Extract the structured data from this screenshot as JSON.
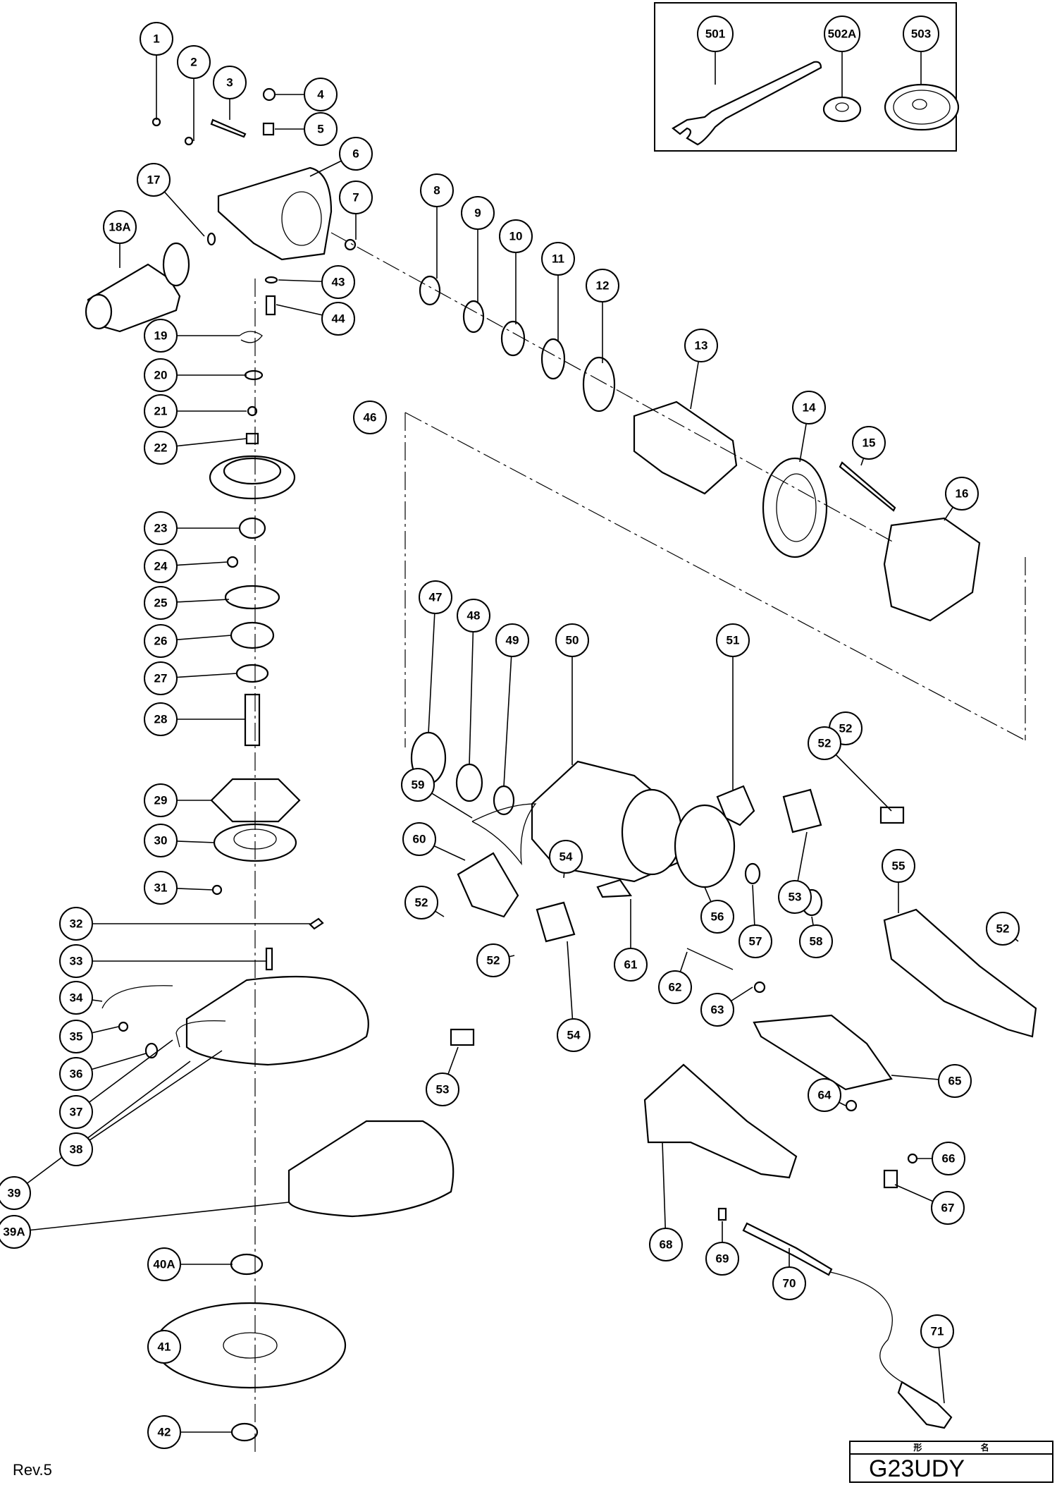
{
  "document": {
    "type": "exploded parts diagram",
    "revision": "Rev.5",
    "title_block": {
      "header": "形 名",
      "model": "G23UDY"
    }
  },
  "accessories": [
    {
      "number": "501",
      "part": "wrench"
    },
    {
      "number": "502A",
      "part": "flange nut"
    },
    {
      "number": "503",
      "part": "wheel washer"
    }
  ],
  "callouts": [
    {
      "number": "1"
    },
    {
      "number": "2"
    },
    {
      "number": "3"
    },
    {
      "number": "4"
    },
    {
      "number": "5"
    },
    {
      "number": "6"
    },
    {
      "number": "7"
    },
    {
      "number": "8"
    },
    {
      "number": "9"
    },
    {
      "number": "10"
    },
    {
      "number": "11"
    },
    {
      "number": "12"
    },
    {
      "number": "13"
    },
    {
      "number": "14"
    },
    {
      "number": "15"
    },
    {
      "number": "16"
    },
    {
      "number": "17"
    },
    {
      "number": "18A"
    },
    {
      "number": "19"
    },
    {
      "number": "20"
    },
    {
      "number": "21"
    },
    {
      "number": "22"
    },
    {
      "number": "23"
    },
    {
      "number": "24"
    },
    {
      "number": "25"
    },
    {
      "number": "26"
    },
    {
      "number": "27"
    },
    {
      "number": "28"
    },
    {
      "number": "29"
    },
    {
      "number": "30"
    },
    {
      "number": "31"
    },
    {
      "number": "32"
    },
    {
      "number": "33"
    },
    {
      "number": "34"
    },
    {
      "number": "35"
    },
    {
      "number": "36"
    },
    {
      "number": "37"
    },
    {
      "number": "38"
    },
    {
      "number": "39"
    },
    {
      "number": "39A"
    },
    {
      "number": "40A"
    },
    {
      "number": "41"
    },
    {
      "number": "42"
    },
    {
      "number": "43"
    },
    {
      "number": "44"
    },
    {
      "number": "46"
    },
    {
      "number": "47"
    },
    {
      "number": "48"
    },
    {
      "number": "49"
    },
    {
      "number": "50"
    },
    {
      "number": "51"
    },
    {
      "number": "52"
    },
    {
      "number": "52"
    },
    {
      "number": "52"
    },
    {
      "number": "52"
    },
    {
      "number": "52"
    },
    {
      "number": "53"
    },
    {
      "number": "53"
    },
    {
      "number": "54"
    },
    {
      "number": "54"
    },
    {
      "number": "55"
    },
    {
      "number": "56"
    },
    {
      "number": "57"
    },
    {
      "number": "58"
    },
    {
      "number": "59"
    },
    {
      "number": "60"
    },
    {
      "number": "61"
    },
    {
      "number": "62"
    },
    {
      "number": "63"
    },
    {
      "number": "64"
    },
    {
      "number": "65"
    },
    {
      "number": "66"
    },
    {
      "number": "67"
    },
    {
      "number": "68"
    },
    {
      "number": "69"
    },
    {
      "number": "70"
    },
    {
      "number": "71"
    }
  ]
}
